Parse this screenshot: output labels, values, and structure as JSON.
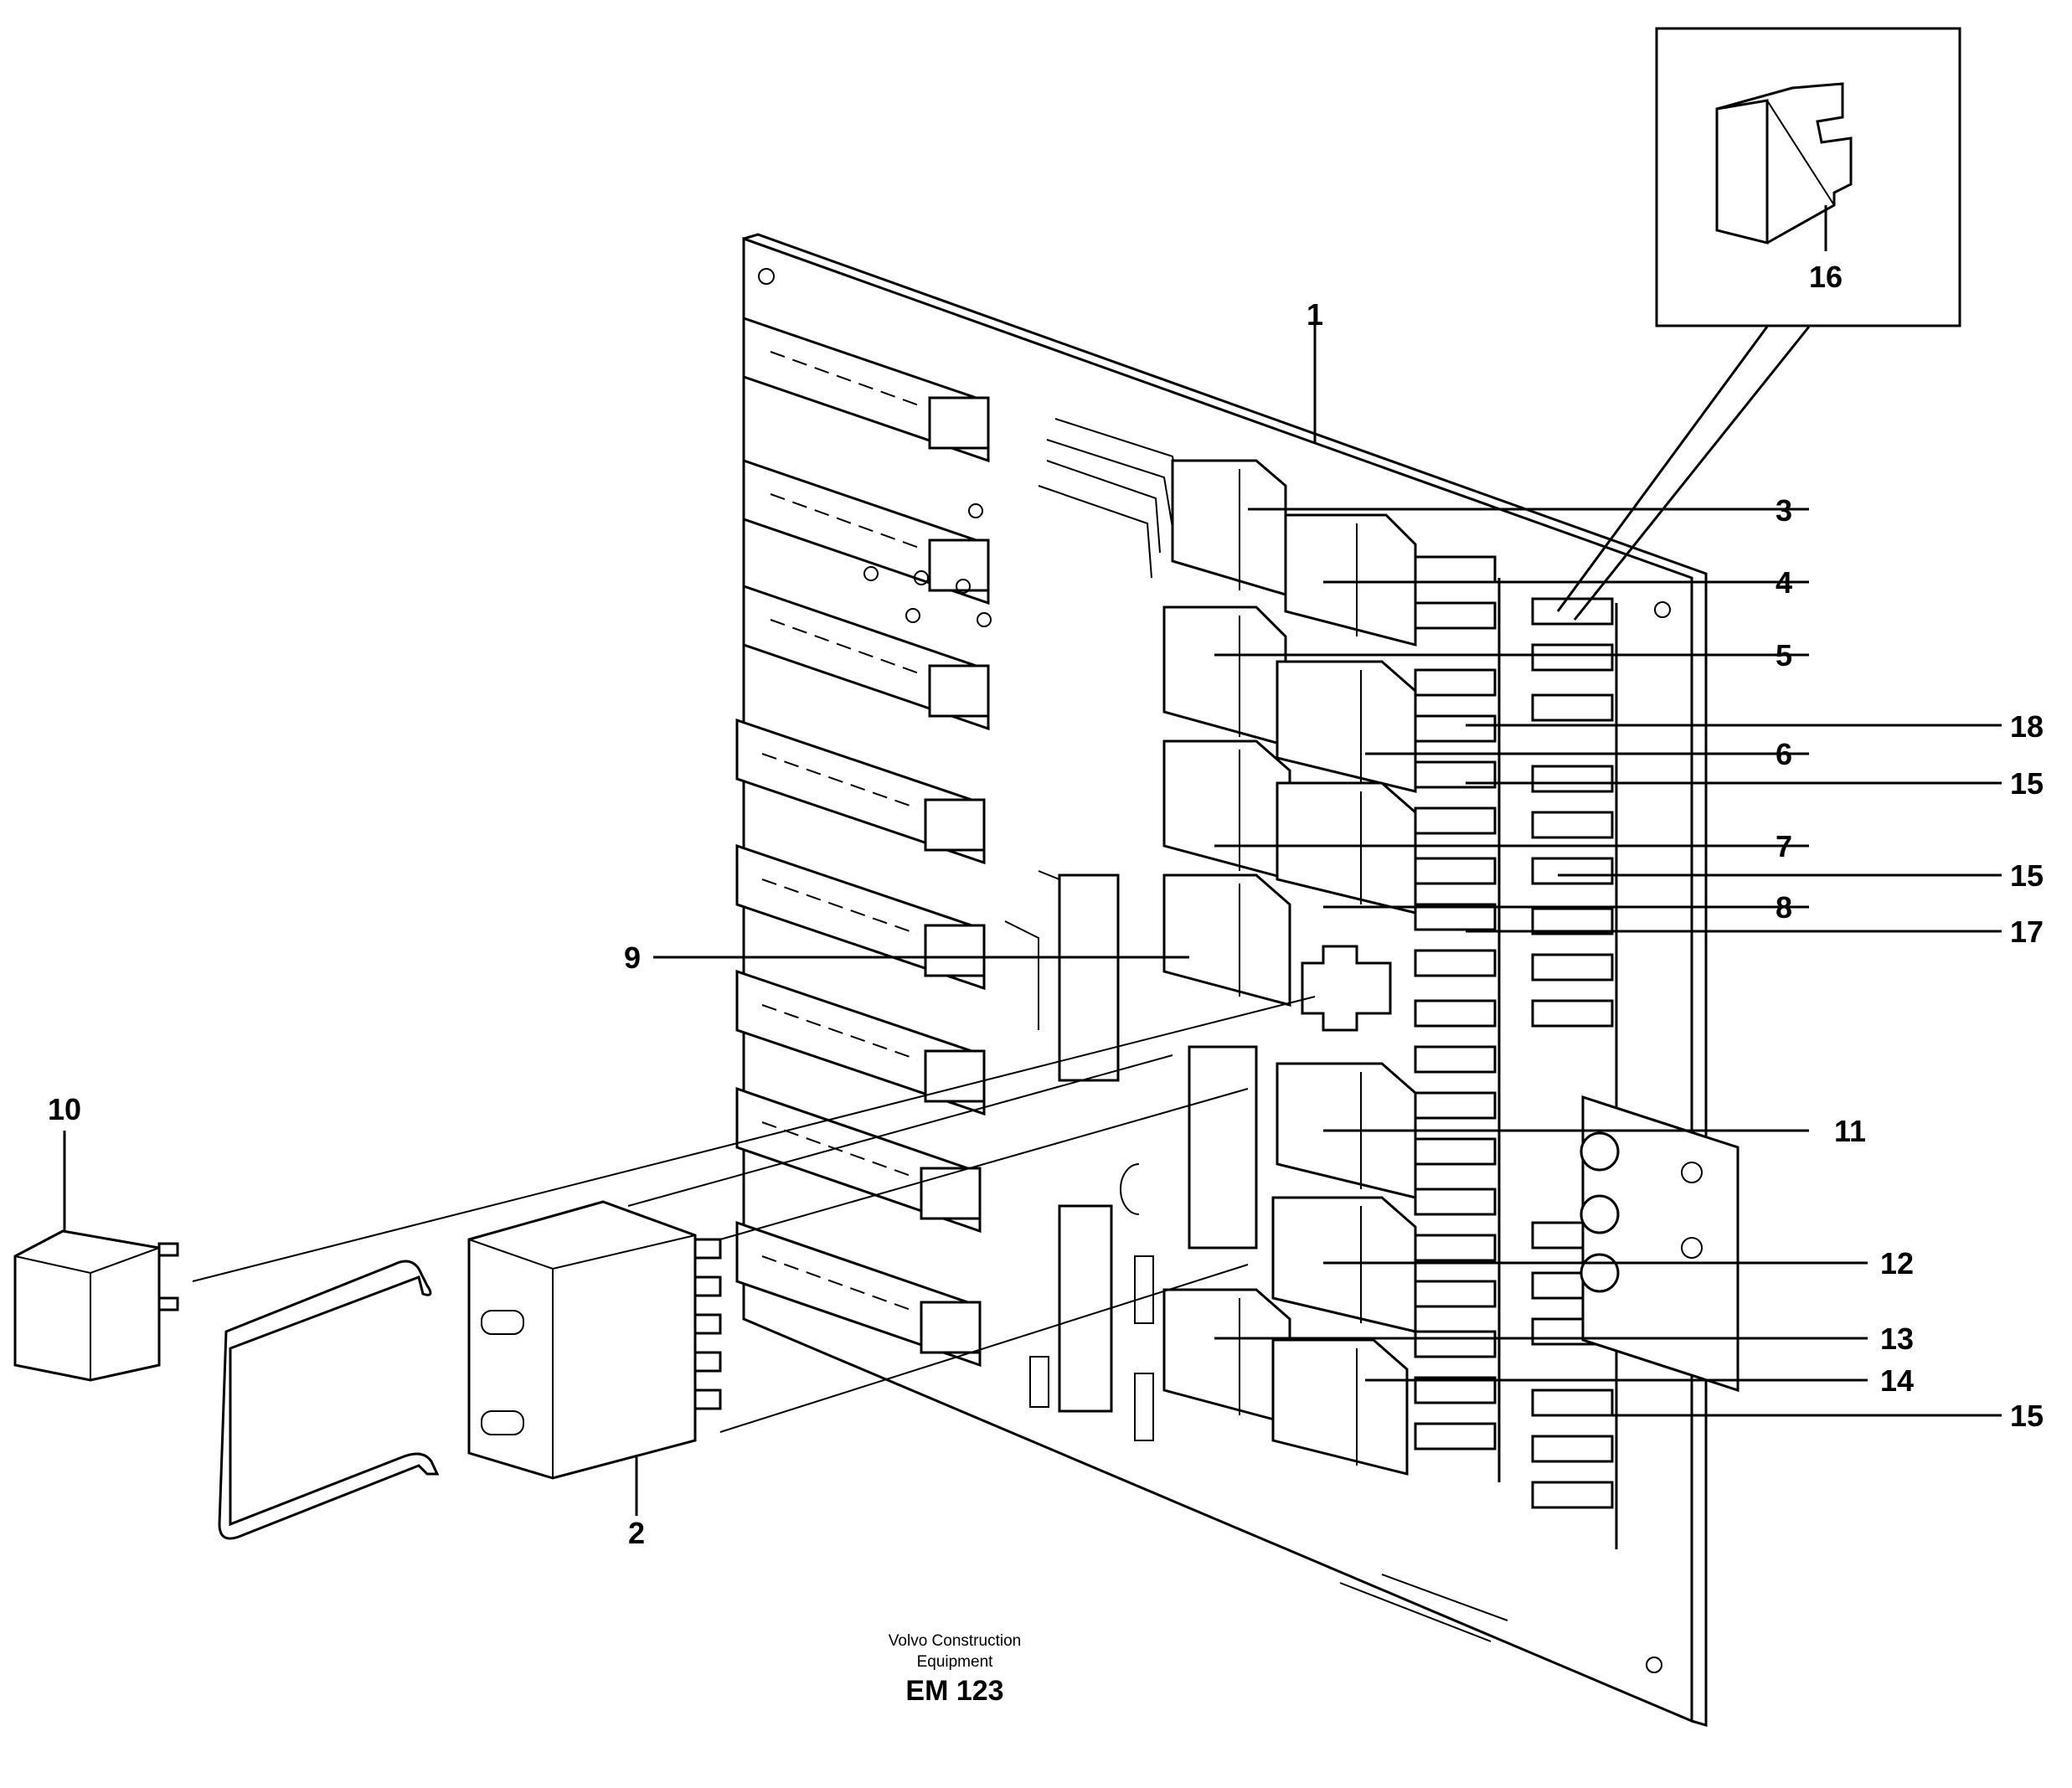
{
  "labels": {
    "l1": "1",
    "l2": "2",
    "l3": "3",
    "l4": "4",
    "l5": "5",
    "l6": "6",
    "l7": "7",
    "l8": "8",
    "l9": "9",
    "l10": "10",
    "l11": "11",
    "l12": "12",
    "l13": "13",
    "l14": "14",
    "l15a": "15",
    "l15b": "15",
    "l15c": "15",
    "l16": "16",
    "l17": "17",
    "l18": "18"
  },
  "credit": {
    "line1": "Volvo Construction",
    "line2": "Equipment",
    "code": "EM 123"
  }
}
